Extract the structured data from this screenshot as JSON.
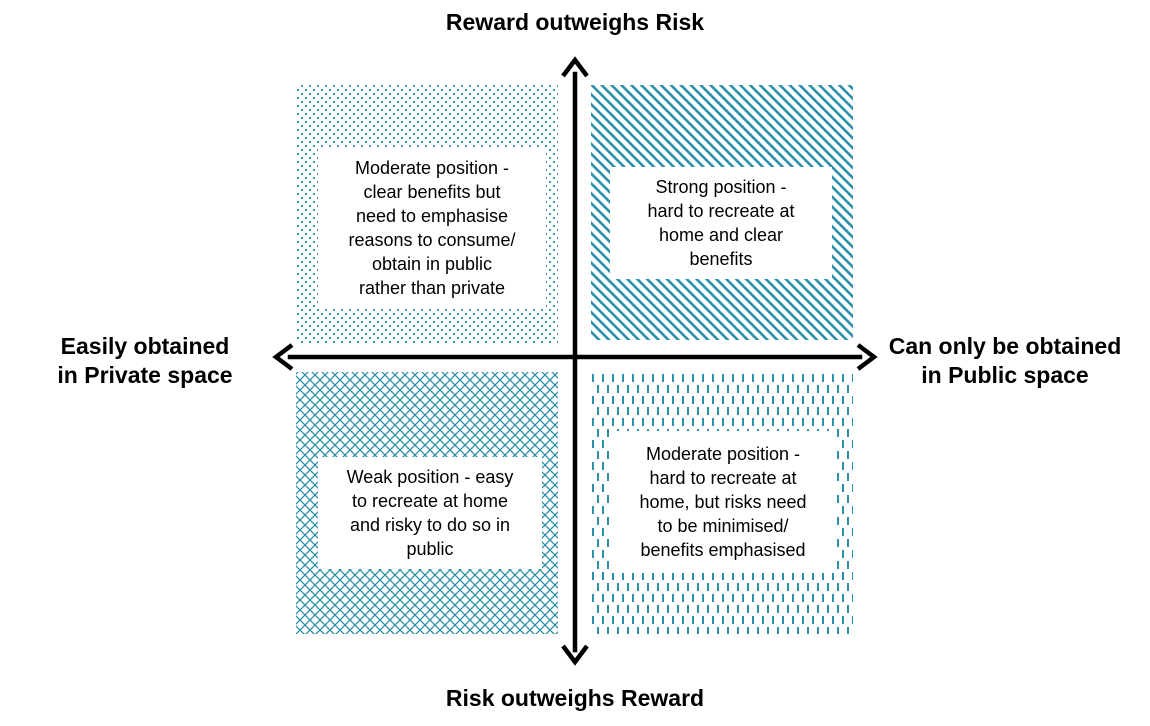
{
  "axes": {
    "top": "Reward outweighs Risk",
    "bottom": "Risk outweighs Reward",
    "left": "Easily obtained\nin Private space",
    "right": "Can only be obtained\nin Public space"
  },
  "quadrants": {
    "top_left": "Moderate position -\nclear benefits but\nneed to emphasise\nreasons to consume/\nobtain in public\nrather than private",
    "top_right": "Strong position -\nhard to recreate at\nhome and clear\nbenefits",
    "bottom_left": "Weak position - easy\nto recreate at home\nand risky to do so in\npublic",
    "bottom_right": "Moderate position -\nhard to recreate at\nhome, but risks need\nto be minimised/\nbenefits emphasised"
  },
  "colors": {
    "pattern": "#2a8fa8",
    "axis": "#000000"
  }
}
